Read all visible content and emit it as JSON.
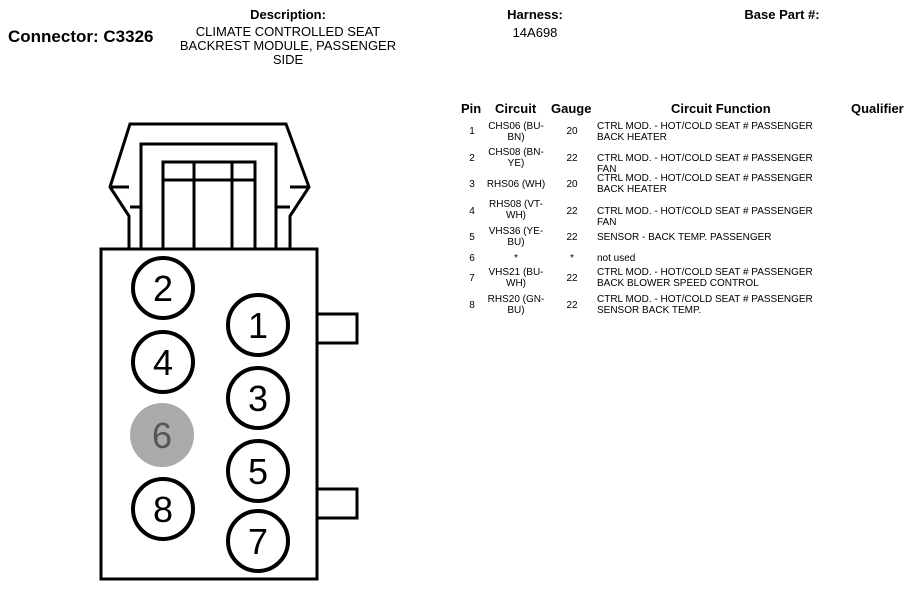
{
  "connector": {
    "label": "Connector: C3326"
  },
  "headers": {
    "description": "Description:",
    "harness": "Harness:",
    "base_part": "Base Part #:"
  },
  "description_lines": [
    "CLIMATE CONTROLLED SEAT",
    "BACKREST MODULE, PASSENGER",
    "SIDE"
  ],
  "harness_value": "14A698",
  "table": {
    "columns": [
      "Pin",
      "Circuit",
      "Gauge",
      "Circuit Function",
      "Qualifier"
    ],
    "rows": [
      {
        "pin": "1",
        "circuit": [
          "CHS06 (BU-",
          "BN)"
        ],
        "gauge": "20",
        "function": [
          "CTRL MOD. - HOT/COLD SEAT # PASSENGER",
          "BACK HEATER"
        ]
      },
      {
        "pin": "2",
        "circuit": [
          "CHS08 (BN-",
          "YE)"
        ],
        "gauge": "22",
        "function": [
          "CTRL MOD. - HOT/COLD SEAT # PASSENGER FAN"
        ]
      },
      {
        "pin": "3",
        "circuit": [
          "RHS06 (WH)"
        ],
        "gauge": "20",
        "function": [
          "CTRL MOD. - HOT/COLD SEAT # PASSENGER",
          "BACK HEATER"
        ]
      },
      {
        "pin": "4",
        "circuit": [
          "RHS08 (VT-",
          "WH)"
        ],
        "gauge": "22",
        "function": [
          "CTRL MOD. - HOT/COLD SEAT # PASSENGER FAN"
        ]
      },
      {
        "pin": "5",
        "circuit": [
          "VHS36 (YE-",
          "BU)"
        ],
        "gauge": "22",
        "function": [
          "SENSOR - BACK TEMP. PASSENGER"
        ]
      },
      {
        "pin": "6",
        "circuit": [
          "*"
        ],
        "gauge": "*",
        "function": [
          "not used"
        ]
      },
      {
        "pin": "7",
        "circuit": [
          "VHS21 (BU-",
          "WH)"
        ],
        "gauge": "22",
        "function": [
          "CTRL MOD. - HOT/COLD SEAT # PASSENGER",
          "BACK BLOWER SPEED CONTROL"
        ]
      },
      {
        "pin": "8",
        "circuit": [
          "RHS20 (GN-",
          "BU)"
        ],
        "gauge": "22",
        "function": [
          "CTRL MOD. - HOT/COLD SEAT # PASSENGER",
          "SENSOR BACK TEMP."
        ]
      }
    ]
  },
  "diagram": {
    "pins": [
      {
        "label": "2",
        "used": true
      },
      {
        "label": "1",
        "used": true
      },
      {
        "label": "4",
        "used": true
      },
      {
        "label": "3",
        "used": true
      },
      {
        "label": "6",
        "used": false
      },
      {
        "label": "5",
        "used": true
      },
      {
        "label": "8",
        "used": true
      },
      {
        "label": "7",
        "used": true
      }
    ],
    "unused_fill": "#aaaaaa",
    "unused_text": "#555555"
  }
}
